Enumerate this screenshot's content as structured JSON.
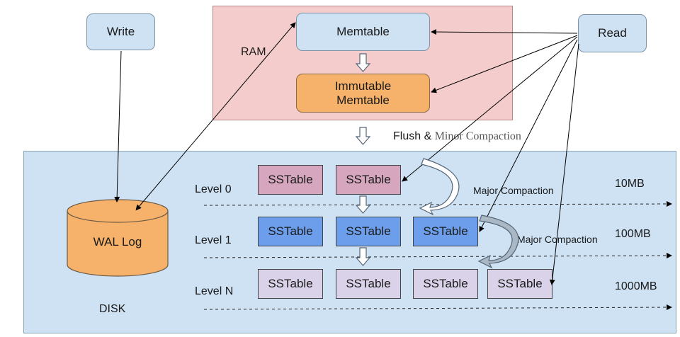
{
  "regions": {
    "ram": "RAM",
    "disk": "DISK"
  },
  "nodes": {
    "write": "Write",
    "read": "Read",
    "memtable": "Memtable",
    "immutable_memtable": "Immutable\nMemtable",
    "wal_log": "WAL Log"
  },
  "flush": {
    "prefix": "Flush &",
    "suffix": "Minor Compaction"
  },
  "levels": [
    {
      "label": "Level 0",
      "size": "10MB",
      "tables": [
        "SSTable",
        "SSTable"
      ]
    },
    {
      "label": "Level 1",
      "size": "100MB",
      "tables": [
        "SSTable",
        "SSTable",
        "SSTable"
      ]
    },
    {
      "label": "Level N",
      "size": "1000MB",
      "tables": [
        "SSTable",
        "SSTable",
        "SSTable",
        "SSTable"
      ]
    }
  ],
  "compaction_labels": [
    "Major Compaction",
    "Major Compaction"
  ],
  "colors": {
    "ram_bg": "#f4cccc",
    "disk_bg": "#cfe2f3",
    "level0_table": "#d5a6bd",
    "level1_table": "#6d9eeb",
    "levelN_table": "#d9d2e9",
    "immutable": "#f6b26b",
    "wal": "#f6b26b"
  }
}
